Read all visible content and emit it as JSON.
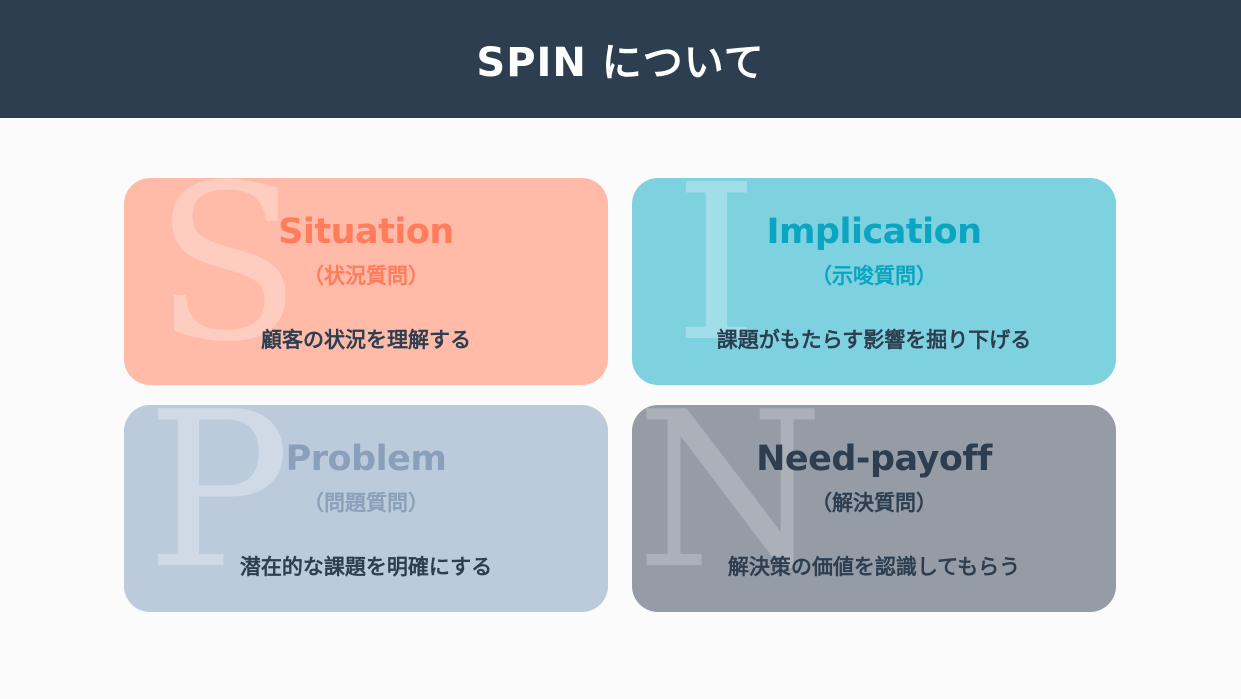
{
  "header": {
    "title": "SPIN について"
  },
  "cards": [
    {
      "letter": "S",
      "title": "Situation",
      "subtitle": "（状況質問）",
      "description": "顧客の状況を理解する",
      "bg_color": "#ffbaa8",
      "accent_color": "#ff7c5c"
    },
    {
      "letter": "I",
      "title": "Implication",
      "subtitle": "（示唆質問）",
      "description": "課題がもたらす影響を掘り下げる",
      "bg_color": "#7ed1df",
      "accent_color": "#0aa5c1"
    },
    {
      "letter": "P",
      "title": "Problem",
      "subtitle": "（問題質問）",
      "description": "潜在的な課題を明確にする",
      "bg_color": "#bbcbdb",
      "accent_color": "#8aa0ba"
    },
    {
      "letter": "N",
      "title": "Need-payoff",
      "subtitle": "（解決質問）",
      "description": "解決策の価値を認識してもらう",
      "bg_color": "#959ca5",
      "accent_color": "#2d3e50"
    }
  ],
  "colors": {
    "header_bg": "#2d3e50",
    "page_bg": "#fbfbfb",
    "text_dark": "#2d3e50"
  }
}
